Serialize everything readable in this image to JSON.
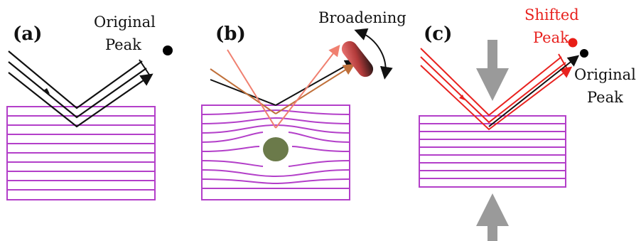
{
  "panels": [
    {
      "label": "(a)",
      "annotations": [
        {
          "lines": [
            "Original",
            "Peak"
          ],
          "color": "#111111"
        }
      ]
    },
    {
      "label": "(b)",
      "annotations": [
        {
          "lines": [
            "Broadening"
          ],
          "color": "#111111"
        }
      ]
    },
    {
      "label": "(c)",
      "annotations": [
        {
          "lines": [
            "Shifted",
            "Peak"
          ],
          "color": "#e8221f"
        },
        {
          "lines": [
            "Original",
            "Peak"
          ],
          "color": "#111111"
        }
      ]
    }
  ],
  "colors": {
    "lattice": "#b33fc9",
    "beam": "#111111",
    "shifted_beam": "#e8221f",
    "broadened_beam_pink": "#f08070",
    "broadened_beam_brown": "#c0703a",
    "defect": "#6b7a4a",
    "pressure_arrow": "#9a9a9a",
    "shifted_peak": "#e81d16",
    "original_peak": "#000000"
  }
}
